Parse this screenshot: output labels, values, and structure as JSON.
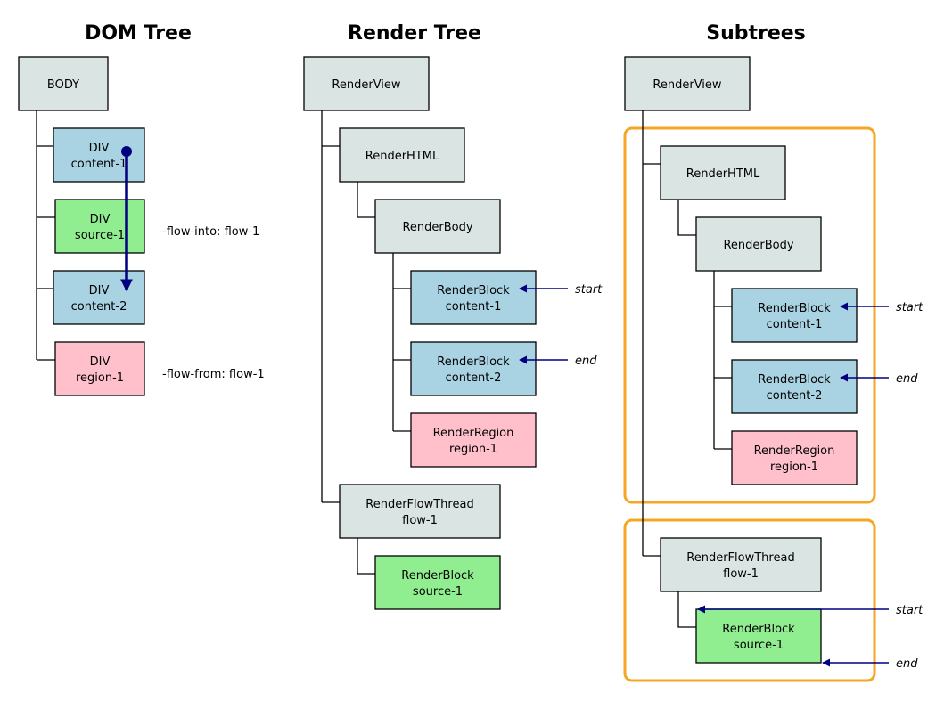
{
  "titles": {
    "dom": "DOM Tree",
    "render": "Render Tree",
    "subtrees": "Subtrees"
  },
  "dom": {
    "body": "BODY",
    "div1": [
      "DIV",
      "content-1"
    ],
    "div2": [
      "DIV",
      "source-1"
    ],
    "div3": [
      "DIV",
      "content-2"
    ],
    "div4": [
      "DIV",
      "region-1"
    ],
    "flow_into": "-flow-into: flow-1",
    "flow_from": "-flow-from: flow-1"
  },
  "render": {
    "view": "RenderView",
    "html": "RenderHTML",
    "body": "RenderBody",
    "block1": [
      "RenderBlock",
      "content-1"
    ],
    "block2": [
      "RenderBlock",
      "content-2"
    ],
    "region": [
      "RenderRegion",
      "region-1"
    ],
    "flow": [
      "RenderFlowThread",
      "flow-1"
    ],
    "source": [
      "RenderBlock",
      "source-1"
    ],
    "start": "start",
    "end": "end"
  },
  "subtrees": {
    "view": "RenderView",
    "html": "RenderHTML",
    "body": "RenderBody",
    "block1": [
      "RenderBlock",
      "content-1"
    ],
    "block2": [
      "RenderBlock",
      "content-2"
    ],
    "region": [
      "RenderRegion",
      "region-1"
    ],
    "flow": [
      "RenderFlowThread",
      "flow-1"
    ],
    "source": [
      "RenderBlock",
      "source-1"
    ],
    "start1": "start",
    "end1": "end",
    "start2": "start",
    "end2": "end"
  },
  "colors": {
    "gray_box": "#d9e4e3",
    "blue_box": "#a9d3e3",
    "green_box": "#90ee90",
    "pink_box": "#ffc0cb",
    "group_border": "#f5a623",
    "arrow": "#00007f"
  }
}
